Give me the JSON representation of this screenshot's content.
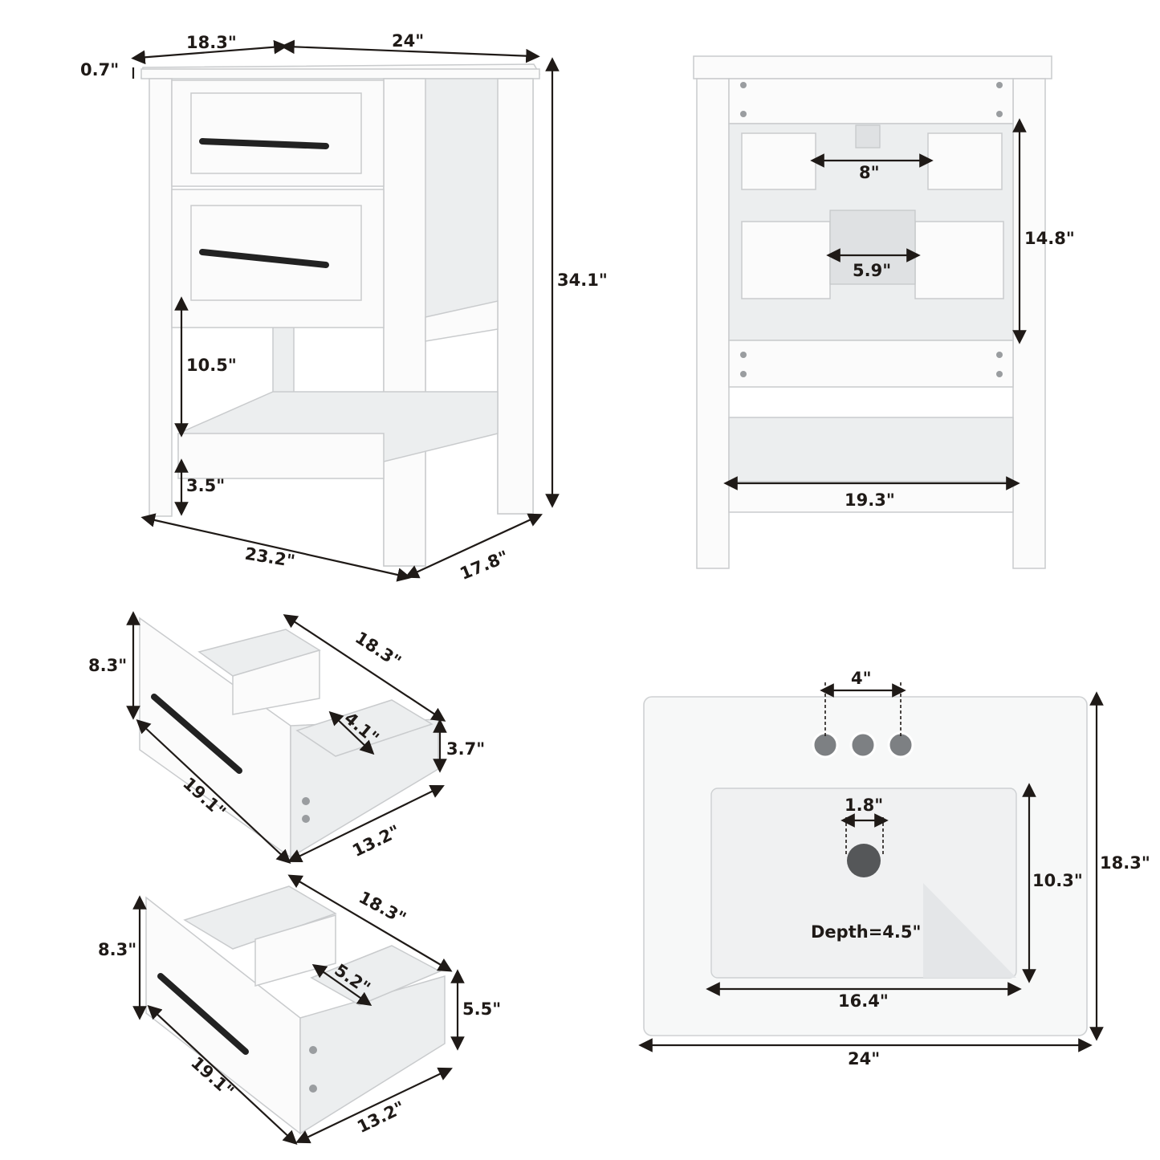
{
  "panels": {
    "vanity_front_angle": {
      "top_width": "18.3\"",
      "top_length": "24\"",
      "top_thickness": "0.7\"",
      "total_height": "34.1\"",
      "shelf_clearance": "10.5\"",
      "leg_height": "3.5\"",
      "base_width": "23.2\"",
      "base_depth": "17.8\""
    },
    "vanity_back": {
      "upper_gap": "8\"",
      "lower_gap": "5.9\"",
      "open_height": "14.8\"",
      "shelf_width": "19.3\""
    },
    "top_drawer": {
      "height": "8.3\"",
      "depth": "18.3\"",
      "notch": "4.1\"",
      "side_height": "3.7\"",
      "front_width": "19.1\"",
      "box_width": "13.2\""
    },
    "bottom_drawer": {
      "height": "8.3\"",
      "depth": "18.3\"",
      "notch": "5.2\"",
      "side_height": "5.5\"",
      "front_width": "19.1\"",
      "box_width": "13.2\""
    },
    "sink_top": {
      "faucet_spacing": "4\"",
      "drain_diameter": "1.8\"",
      "basin_length": "10.3\"",
      "overall_depth": "18.3\"",
      "basin_depth": "Depth=4.5\"",
      "basin_width": "16.4\"",
      "overall_width": "24\""
    }
  },
  "colors": {
    "line": "#1f1a17",
    "cabinet": "#fbfbfb",
    "handle": "#222222"
  }
}
